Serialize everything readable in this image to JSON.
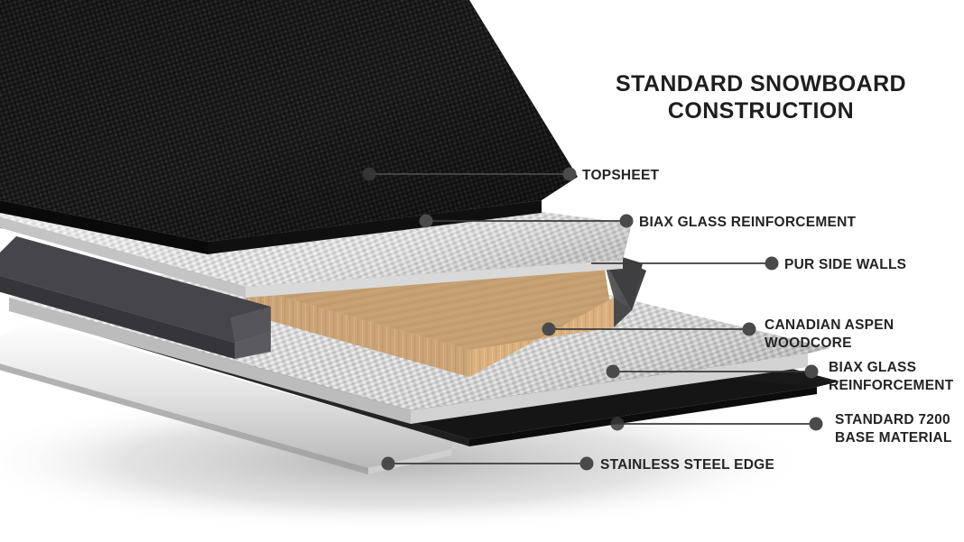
{
  "title": {
    "line1": "STANDARD SNOWBOARD",
    "line2": "CONSTRUCTION"
  },
  "labels": {
    "topsheet": "TOPSHEET",
    "biax_top": "BIAX GLASS REINFORCEMENT",
    "pur_side_walls": "PUR SIDE WALLS",
    "woodcore_l1": "CANADIAN ASPEN",
    "woodcore_l2": "WOODCORE",
    "biax_bottom_l1": "BIAX GLASS",
    "biax_bottom_l2": "REINFORCEMENT",
    "base_l1": "STANDARD 7200",
    "base_l2": "BASE MATERIAL",
    "steel_edge": "STAINLESS STEEL EDGE"
  },
  "diagram": {
    "subject": "snowboard-cutaway-construction",
    "view": "isometric-exploded",
    "layers": [
      {
        "name": "topsheet",
        "material": "woven carbon twill topsheet",
        "color": "#141414"
      },
      {
        "name": "biax-glass-top",
        "material": "biaxial fiberglass",
        "color": "#dcdcdc"
      },
      {
        "name": "pur-side-walls",
        "material": "polyurethane sidewall",
        "color": "#4a4a4d"
      },
      {
        "name": "canadian-aspen-core",
        "material": "aspen wood core",
        "color": "#cfa878"
      },
      {
        "name": "biax-glass-bottom",
        "material": "biaxial fiberglass",
        "color": "#dcdcdc"
      },
      {
        "name": "standard-7200-base",
        "material": "sintered base",
        "color": "#151515"
      },
      {
        "name": "stainless-steel-edge",
        "material": "steel edge",
        "color": "#e2e2e2"
      }
    ]
  },
  "colors": {
    "background": "#ffffff",
    "text": "#242424",
    "leader": "#3b3b3b",
    "dot": "#4a4a4a",
    "topsheet": "#141414",
    "glass": "#dcdcdc",
    "sidewall": "#4a4a4d",
    "wood": "#cfa878",
    "base": "#151515",
    "edge": "#e2e2e2",
    "shadow": "#bdbdbd"
  }
}
